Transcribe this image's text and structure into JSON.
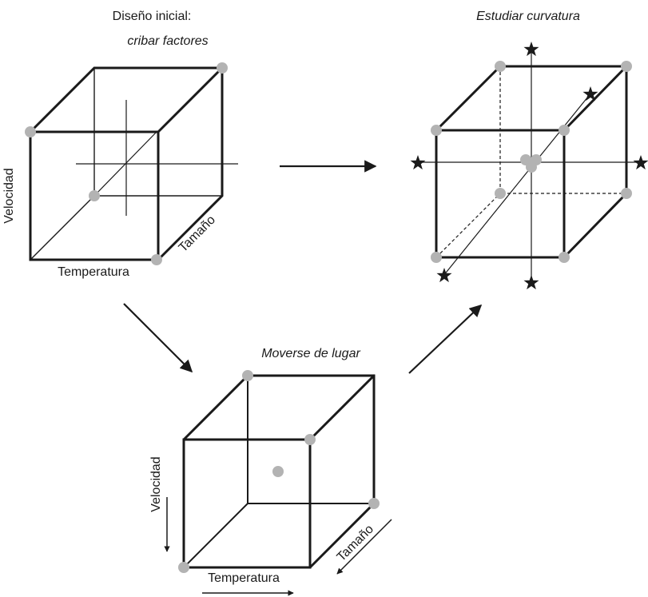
{
  "stage_initial": {
    "title_line1": "Diseño inicial:",
    "title_line2": "cribar factores",
    "factors": {
      "vertical": "Velocidad",
      "horizontal": "Temperatura",
      "depth": "Tamaño"
    }
  },
  "stage_curvature": {
    "title": "Estudiar curvatura"
  },
  "stage_move": {
    "title": "Moverse de lugar",
    "factors": {
      "vertical": "Velocidad",
      "horizontal": "Temperatura",
      "depth": "Tamaño"
    }
  },
  "colors": {
    "line": "#1a1a1a",
    "design_point": "#b3b3b3",
    "axial_point": "#1a1a1a"
  },
  "icons": {
    "design_point": "circle",
    "axial_point": "star",
    "transition": "arrow"
  }
}
